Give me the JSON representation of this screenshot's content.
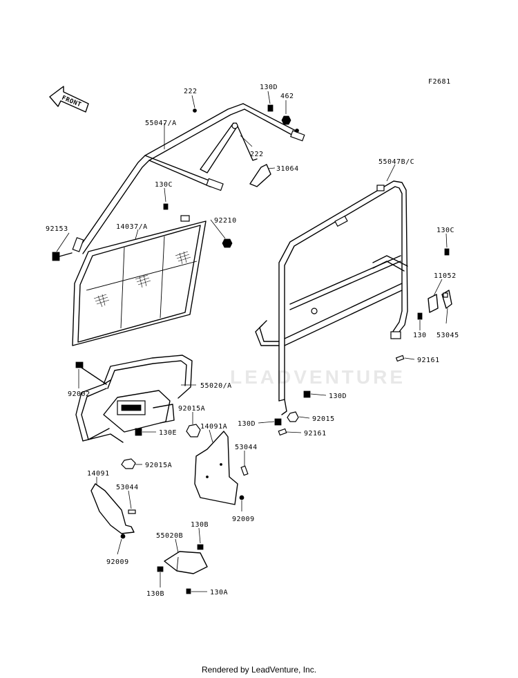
{
  "figure_code": "F2681",
  "front_arrow": "FRONT",
  "watermark": "LEADVENTURE",
  "footer": "Rendered by LeadVenture, Inc.",
  "parts": {
    "p222a": "222",
    "p130d_top": "130D",
    "p462": "462",
    "p55047a": "55047/A",
    "p222b": "222",
    "p31064": "31064",
    "p55047bc": "55047B/C",
    "p130c_mid": "130C",
    "p92210": "92210",
    "p92153": "92153",
    "p14037a": "14037/A",
    "p130c_right": "130C",
    "p11052": "11052",
    "p130": "130",
    "p53045": "53045",
    "p92161_right": "92161",
    "p92002": "92002",
    "p55020a": "55020/A",
    "p92015a_top": "92015A",
    "p130d_right": "130D",
    "p130e": "130E",
    "p130d_low": "130D",
    "p92015": "92015",
    "p14091a": "14091A",
    "p92161_low": "92161",
    "p92015a_low": "92015A",
    "p53044_right": "53044",
    "p14091": "14091",
    "p53044_left": "53044",
    "p92009_right": "92009",
    "p130b_top": "130B",
    "p55020b": "55020B",
    "p92009_left": "92009",
    "p130b_low": "130B",
    "p130a": "130A"
  }
}
